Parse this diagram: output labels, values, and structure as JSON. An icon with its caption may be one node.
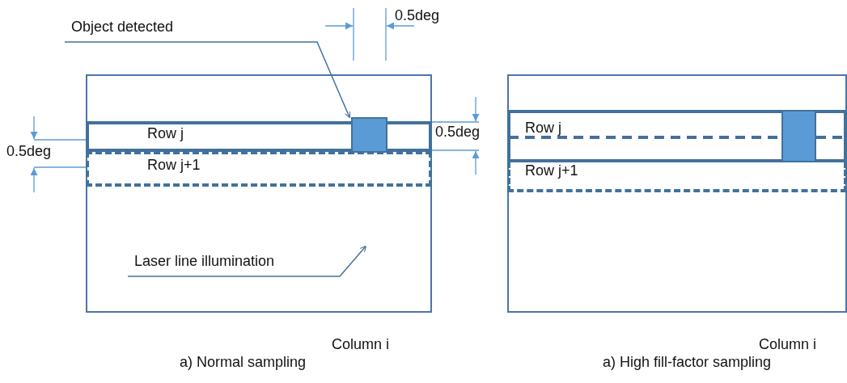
{
  "diagram": {
    "nodes": [
      {
        "text": [],
        "shape": "box",
        "beside": [
          "Column i",
          "a) Normal sampling"
        ]
      },
      {
        "text": [
          "Row j"
        ],
        "in": 0
      },
      {
        "text": [
          "Row j+1"
        ],
        "in": 0
      },
      {
        "text": [],
        "shape": "box",
        "in": 1
      },
      {
        "text": [
          "Object detected"
        ]
      },
      {
        "text": [
          "Laser line illumination"
        ],
        "in": 0
      },
      {
        "text": [],
        "shape": "box",
        "beside": [
          "Column i",
          "a) High fill-factor sampling"
        ]
      },
      {
        "text": [
          "Row j"
        ],
        "in": 6
      },
      {
        "text": [
          "Row j+1"
        ],
        "in": 6
      },
      {
        "text": [],
        "shape": "box",
        "in": 7
      }
    ],
    "edges": [
      {
        "from": 4,
        "to": 3,
        "arrow": "to"
      },
      {
        "from": 5,
        "to": null,
        "arrow": "to"
      }
    ],
    "labels": [
      "0.5deg",
      "0.5deg",
      "0.5deg"
    ]
  }
}
